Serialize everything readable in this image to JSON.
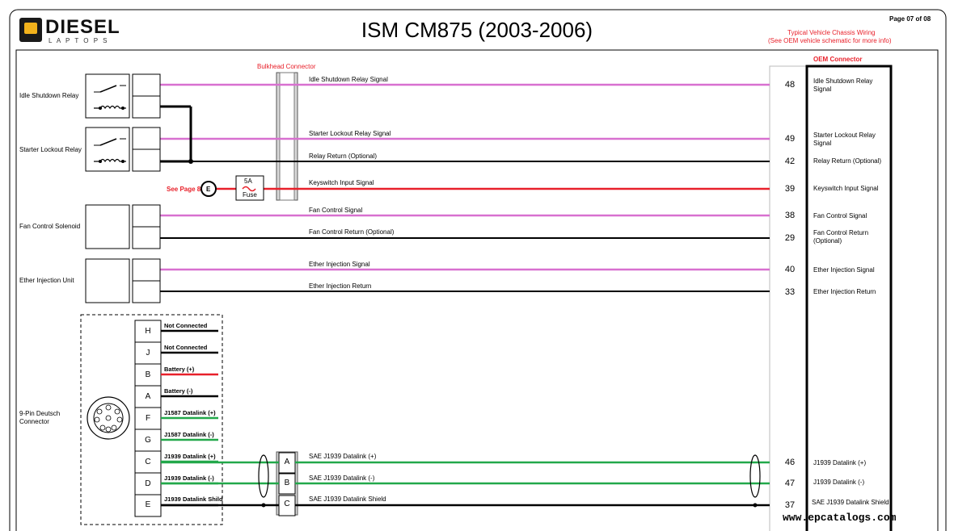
{
  "header": {
    "brand_main": "DIESEL",
    "brand_sub": "L A P T O P S",
    "title": "ISM CM875 (2003-2006)",
    "page": "Page 07 of 08",
    "note_line1": "Typical Vehicle Chassis Wiring",
    "note_line2": "(See OEM vehicle schematic for more info)"
  },
  "labels": {
    "bulkhead": "Bulkhead Connector",
    "oem": "OEM Connector",
    "see_page": "See Page 8",
    "e_marker": "E",
    "fuse_rating": "5A",
    "fuse_label": "Fuse",
    "website": "www.epcatalogs.com",
    "deutsch": "9-Pin Deutsch Connector"
  },
  "components": [
    {
      "name": "Idle Shutdown Relay"
    },
    {
      "name": "Starter Lockout Relay"
    },
    {
      "name": "Fan Control Solenoid"
    },
    {
      "name": "Ether Injection Unit"
    }
  ],
  "circuits": [
    {
      "wire": "Idle Shutdown Relay Signal",
      "pin": "48",
      "oem": "Idle Shutdown Relay Signal",
      "color": "#d870d0"
    },
    {
      "wire": "Starter Lockout Relay Signal",
      "pin": "49",
      "oem": "Starter Lockout Relay Signal",
      "color": "#d870d0"
    },
    {
      "wire": "Relay Return (Optional)",
      "pin": "42",
      "oem": "Relay Return (Optional)",
      "color": "#000000"
    },
    {
      "wire": "Keyswitch Input Signal",
      "pin": "39",
      "oem": "Keyswitch Input Signal",
      "color": "#e8202a"
    },
    {
      "wire": "Fan Control Signal",
      "pin": "38",
      "oem": "Fan Control Signal",
      "color": "#d870d0"
    },
    {
      "wire": "Fan Control Return (Optional)",
      "pin": "29",
      "oem": "Fan Control Return (Optional)",
      "color": "#000000"
    },
    {
      "wire": "Ether Injection Signal",
      "pin": "40",
      "oem": "Ether Injection Signal",
      "color": "#d870d0"
    },
    {
      "wire": "Ether Injection Return",
      "pin": "33",
      "oem": "Ether Injection Return",
      "color": "#000000"
    }
  ],
  "deutsch_pins": [
    {
      "pin": "H",
      "label": "Not Connected",
      "color": "#000000"
    },
    {
      "pin": "J",
      "label": "Not Connected",
      "color": "#000000"
    },
    {
      "pin": "B",
      "label": "Battery (+)",
      "color": "#e8202a"
    },
    {
      "pin": "A",
      "label": "Battery (-)",
      "color": "#000000"
    },
    {
      "pin": "F",
      "label": "J1587 Datalink (+)",
      "color": "#22a84a"
    },
    {
      "pin": "G",
      "label": "J1587 Datalink (-)",
      "color": "#22a84a"
    },
    {
      "pin": "C",
      "label": "J1939 Datalink (+)",
      "color": "#22a84a"
    },
    {
      "pin": "D",
      "label": "J1939 Datalink (-)",
      "color": "#22a84a"
    },
    {
      "pin": "E",
      "label": "J1939 Datalink Shild",
      "color": "#000000"
    }
  ],
  "datalink": [
    {
      "bpin": "A",
      "wire": "SAE J1939 Datalink (+)",
      "pin": "46",
      "oem": "J1939 Datalink (+)",
      "color": "#22a84a"
    },
    {
      "bpin": "B",
      "wire": "SAE J1939 Datalink (-)",
      "pin": "47",
      "oem": "J1939 Datalink (-)",
      "color": "#22a84a"
    },
    {
      "bpin": "C",
      "wire": "SAE J1939 Datalink Shield",
      "pin": "37",
      "oem": "SAE J1939 Datalink Shield",
      "color": "#000000"
    }
  ]
}
